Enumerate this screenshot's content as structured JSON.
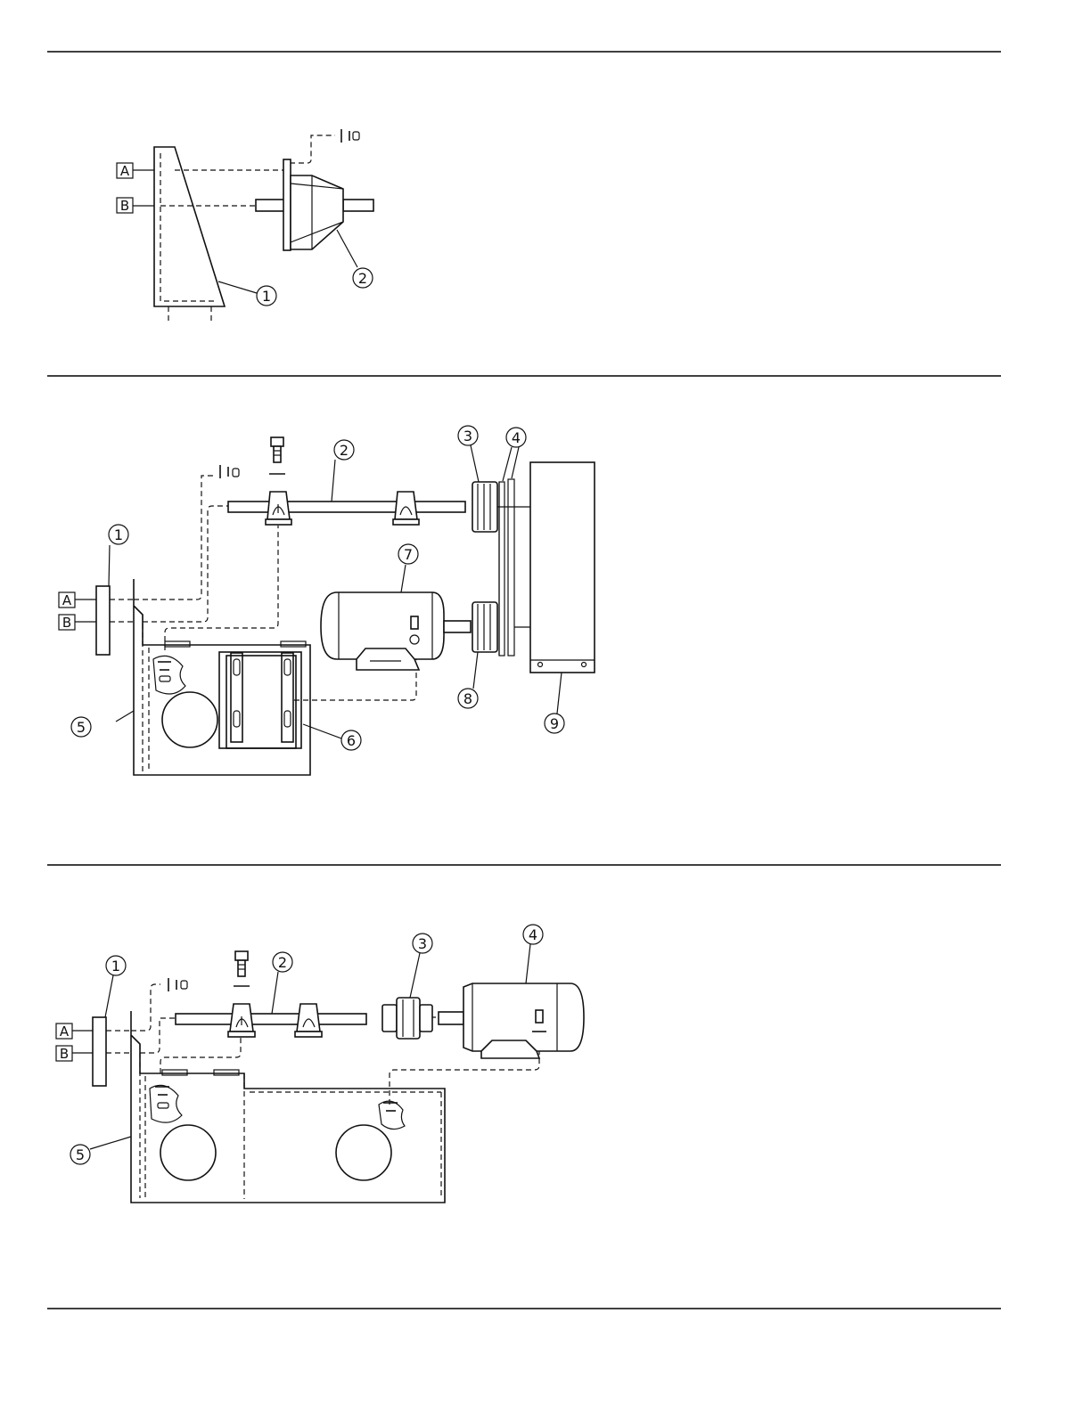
{
  "figure1": {
    "labels": {
      "a": "A",
      "b": "B"
    },
    "callouts": [
      "1",
      "2"
    ]
  },
  "figure2": {
    "labels": {
      "a": "A",
      "b": "B"
    },
    "callouts": [
      "1",
      "2",
      "3",
      "4",
      "5",
      "6",
      "7",
      "8",
      "9"
    ]
  },
  "figure3": {
    "labels": {
      "a": "A",
      "b": "B"
    },
    "callouts": [
      "1",
      "2",
      "3",
      "4",
      "5"
    ]
  }
}
